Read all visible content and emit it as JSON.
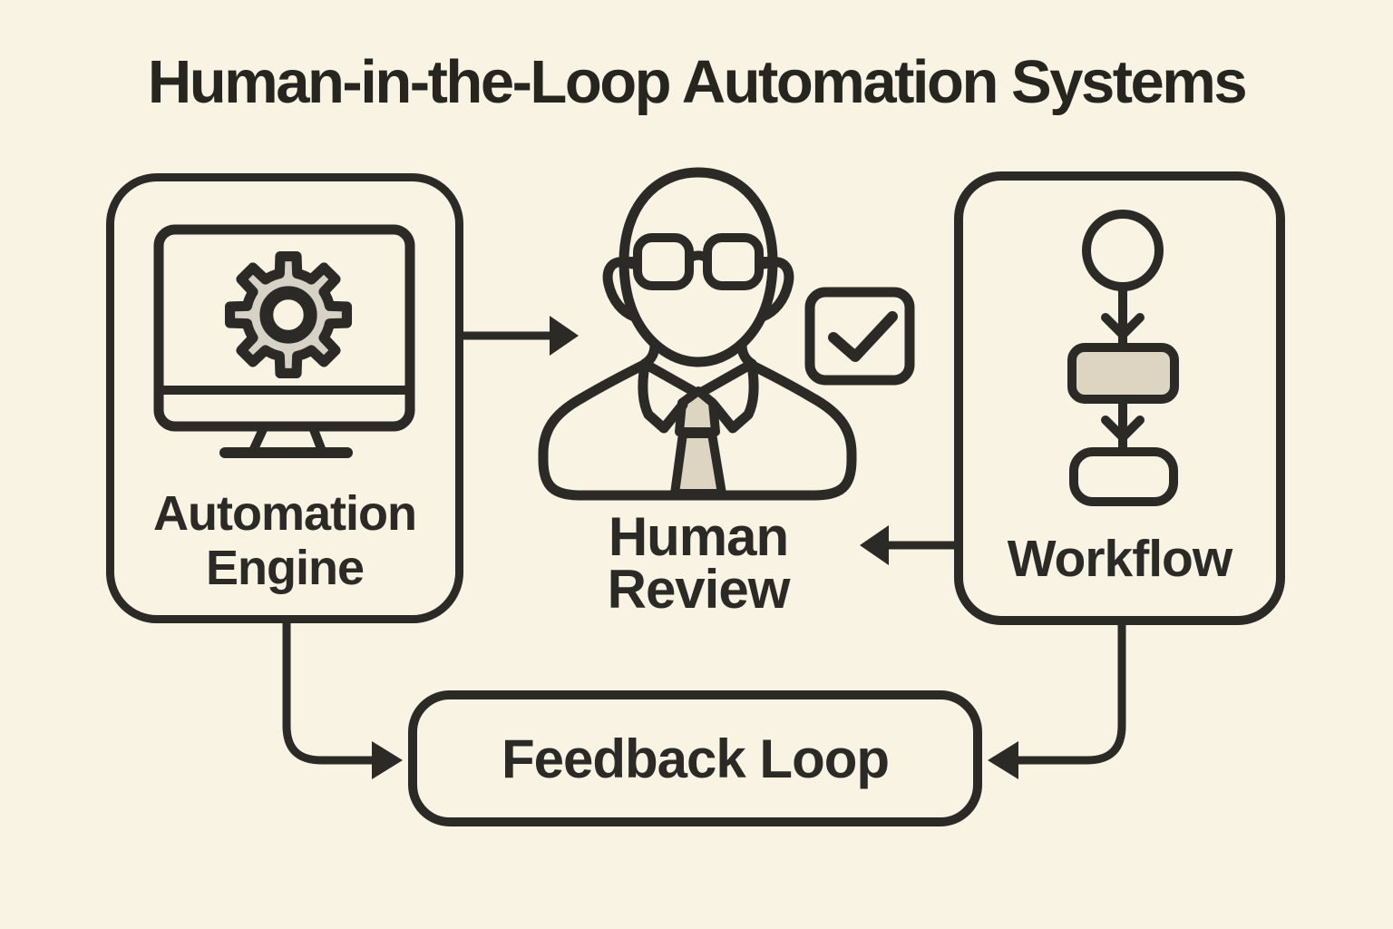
{
  "title": "Human-in-the-Loop Automation Systems",
  "colors": {
    "background": "#f8f3e2",
    "ink": "#2b2a26",
    "beige_fill": "#ddd4c2",
    "gear_fill": "#d6d2c6"
  },
  "nodes": {
    "automation_engine": {
      "label": "Automation Engine",
      "icon": "monitor-gear-icon"
    },
    "human_review": {
      "label": "Human Review",
      "icon": "person-glasses-tie-icon",
      "badge": "checked-checkbox-icon"
    },
    "workflow": {
      "label": "Workflow",
      "icon": "flowchart-icon"
    },
    "feedback_loop": {
      "label": "Feedback Loop"
    }
  },
  "connections": [
    {
      "from": "automation_engine",
      "to": "human_review",
      "direction": "right"
    },
    {
      "from": "workflow",
      "to": "human_review",
      "direction": "left"
    },
    {
      "from": "automation_engine",
      "to": "feedback_loop",
      "direction": "down-right"
    },
    {
      "from": "workflow",
      "to": "feedback_loop",
      "direction": "down-left"
    }
  ]
}
